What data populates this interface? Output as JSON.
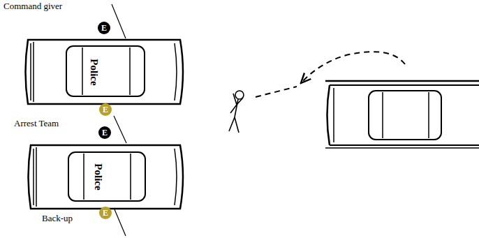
{
  "diagram": {
    "nodes": [
      {
        "text": [
          "E"
        ]
      },
      {
        "text": [
          "Police"
        ]
      },
      {
        "text": [
          "E"
        ]
      },
      {
        "text": [
          "E"
        ]
      },
      {
        "text": [
          "Police"
        ]
      },
      {
        "text": [
          "E"
        ]
      }
    ],
    "labels": [
      "Command giver",
      "Arrest Team",
      "Back-up"
    ]
  }
}
